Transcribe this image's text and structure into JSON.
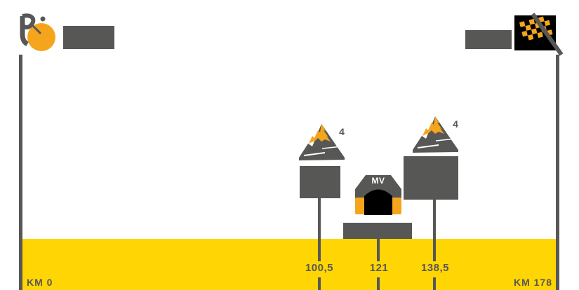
{
  "colors": {
    "route_yellow": "#FFD504",
    "icon_orange": "#F4A51C",
    "gray": "#575756",
    "black": "#000000",
    "white": "#FFFFFF"
  },
  "start": {
    "km_label": "KM 0"
  },
  "finish": {
    "km_label": "KM 178"
  },
  "markers": {
    "climb1": {
      "km": "100,5",
      "category": "4"
    },
    "tunnel": {
      "km": "121",
      "code": "MV"
    },
    "climb2": {
      "km": "138,5",
      "category": "4"
    }
  },
  "icons": [
    "cyclist-start-icon",
    "checkered-flag-finish-icon",
    "category-4-climb-icon",
    "tunnel-icon"
  ],
  "route_data": {
    "axis": {
      "unit": "km",
      "start": 0,
      "end": 178
    },
    "points": [
      {
        "km": 100.5,
        "type": "category-4-climb"
      },
      {
        "km": 121,
        "type": "tunnel",
        "code": "MV"
      },
      {
        "km": 138.5,
        "type": "category-4-climb"
      }
    ]
  }
}
